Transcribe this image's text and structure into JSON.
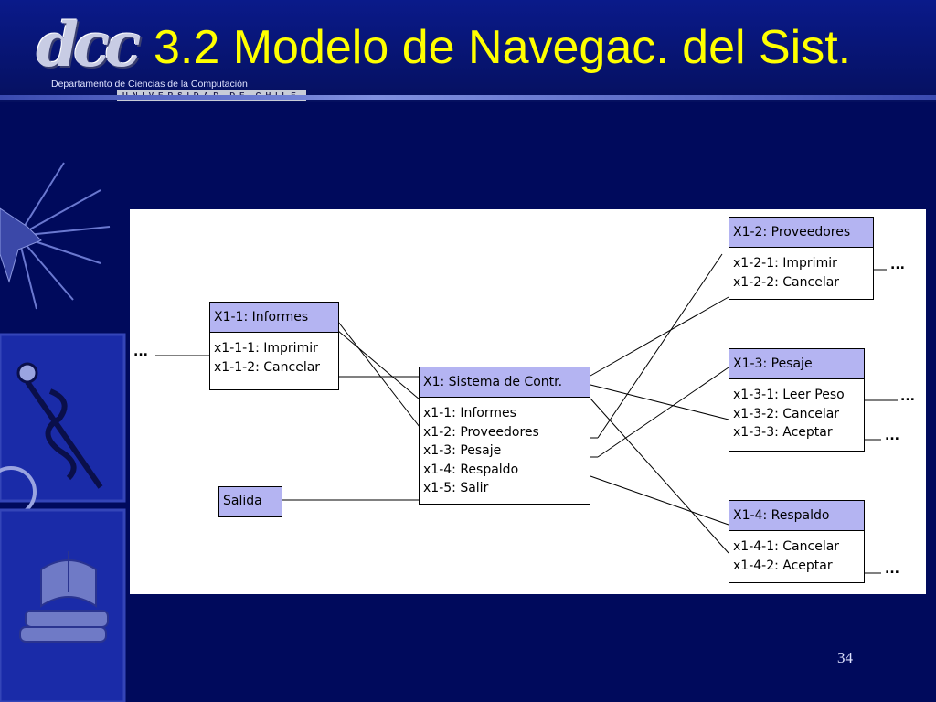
{
  "header": {
    "logo_text": "dcc",
    "department": "Departamento de Ciencias de la Computación",
    "university": "UNIVERSIDAD DE CHILE",
    "title": "3.2 Modelo de Navegac. del Sist."
  },
  "diagram": {
    "informes": {
      "head": "X1-1: Informes",
      "items": [
        "x1-1-1: Imprimir",
        "x1-1-2: Cancelar"
      ]
    },
    "salida": {
      "head": "Salida"
    },
    "sistema": {
      "head": "X1: Sistema de Contr.",
      "items": [
        "x1-1: Informes",
        "x1-2: Proveedores",
        "x1-3: Pesaje",
        "x1-4: Respaldo",
        "x1-5: Salir"
      ]
    },
    "proveedores": {
      "head": "X1-2: Proveedores",
      "items": [
        "x1-2-1: Imprimir",
        "x1-2-2: Cancelar"
      ]
    },
    "pesaje": {
      "head": "X1-3: Pesaje",
      "items": [
        "x1-3-1: Leer Peso",
        "x1-3-2: Cancelar",
        "x1-3-3: Aceptar"
      ]
    },
    "respaldo": {
      "head": "X1-4: Respaldo",
      "items": [
        "x1-4-1: Cancelar",
        "x1-4-2: Aceptar"
      ]
    },
    "ellipsis": "..."
  },
  "footer": {
    "page_number": "34"
  },
  "colors": {
    "background": "#000a5c",
    "title": "#ffff00",
    "box_header": "#b4b4f2"
  }
}
